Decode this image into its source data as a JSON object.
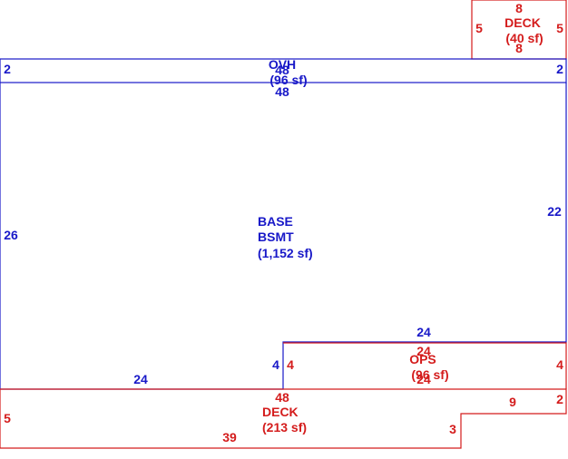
{
  "colors": {
    "blue": "#1818c8",
    "red": "#d41c1c",
    "background": "#ffffff"
  },
  "areas": {
    "top_deck": {
      "name": "DECK",
      "area": "(40 sf)",
      "dims": {
        "top": "8",
        "bottom": "8",
        "left": "5",
        "right": "5"
      }
    },
    "ovh": {
      "name": "OVH",
      "area": "(96 sf)",
      "dims": {
        "left": "2",
        "right": "2",
        "top": "48",
        "bottom": "48"
      }
    },
    "base": {
      "name_line1": "BASE",
      "name_line2": "BSMT",
      "area": "(1,152 sf)",
      "dims": {
        "left": "26",
        "right": "22",
        "bottom": "24",
        "notch_width": "24",
        "notch_height": "4"
      }
    },
    "ops": {
      "name": "OPS",
      "area": "(96 sf)",
      "dims": {
        "top": "24",
        "bottom": "24",
        "left": "4",
        "right": "4"
      }
    },
    "bottom_deck": {
      "name": "DECK",
      "area": "(213 sf)",
      "dims": {
        "top": "48",
        "left": "5",
        "bottom": "39",
        "step_height": "3",
        "step_width": "9",
        "right": "2"
      }
    }
  }
}
